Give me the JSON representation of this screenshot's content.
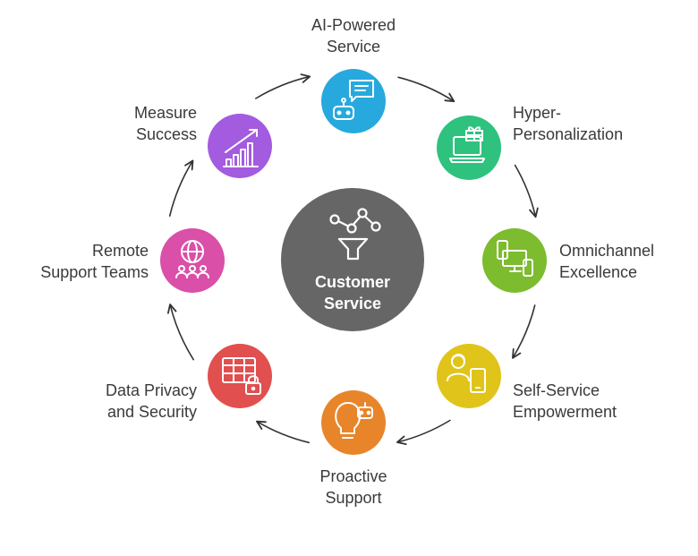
{
  "center": {
    "line1": "Customer",
    "line2": "Service",
    "color": "#666666",
    "icon": "funnel-network-icon"
  },
  "nodes": [
    {
      "id": "ai-powered-service",
      "line1": "AI-Powered",
      "line2": "Service",
      "color": "#27A9DE",
      "icon": "chatbot-robot-icon"
    },
    {
      "id": "hyper-personalization",
      "line1": "Hyper-",
      "line2": "Personalization",
      "color": "#2EC27E",
      "icon": "laptop-gift-icon"
    },
    {
      "id": "omnichannel-excellence",
      "line1": "Omnichannel",
      "line2": "Excellence",
      "color": "#7DBB2F",
      "icon": "devices-icon"
    },
    {
      "id": "self-service-empowerment",
      "line1": "Self-Service",
      "line2": "Empowerment",
      "color": "#E0C419",
      "icon": "user-tablet-icon"
    },
    {
      "id": "proactive-support",
      "line1": "Proactive",
      "line2": "Support",
      "color": "#E8852A",
      "icon": "lightbulb-bot-icon"
    },
    {
      "id": "data-privacy-security",
      "line1": "Data Privacy",
      "line2": "and Security",
      "color": "#E14F4F",
      "icon": "table-lock-icon"
    },
    {
      "id": "remote-support-teams",
      "line1": "Remote",
      "line2": "Support Teams",
      "color": "#DA4FA8",
      "icon": "globe-team-icon"
    },
    {
      "id": "measure-success",
      "line1": "Measure",
      "line2": "Success",
      "color": "#A35BE0",
      "icon": "growth-chart-icon"
    }
  ]
}
